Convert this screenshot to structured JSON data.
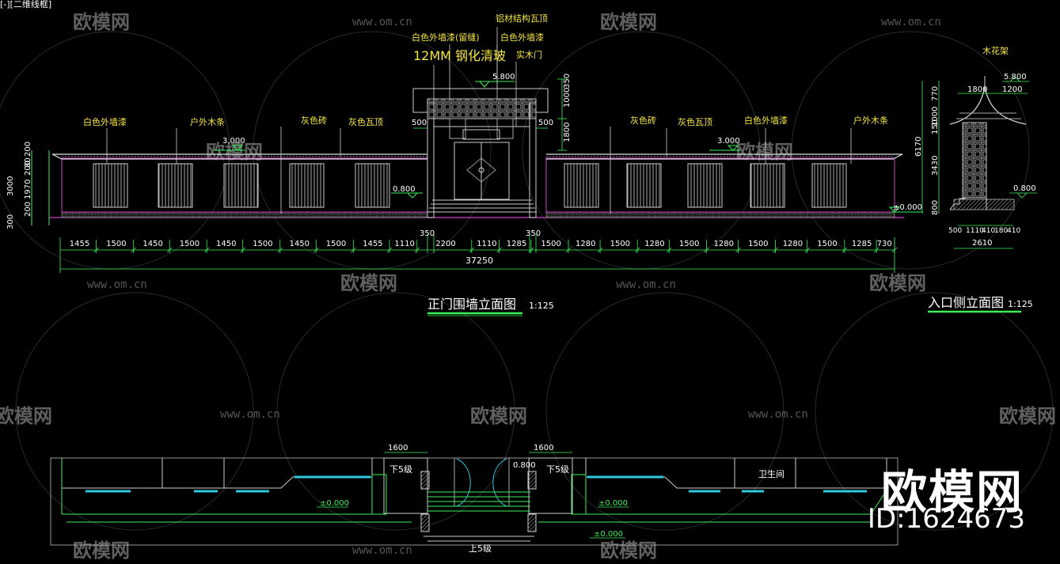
{
  "window": {
    "viewport_label": "[-][二维线框]"
  },
  "watermarks": {
    "site": "www.om.cn",
    "brand": "欧模网",
    "big_brand": "欧模网",
    "id": "ID:1624673"
  },
  "elevation_front": {
    "title": "正门围墙立面图",
    "scale": "1:125",
    "callouts": {
      "glass": "12MM 钢化清玻",
      "white_paint_gap": "白色外墙漆(留缝)",
      "alu_roof": "铝材结构瓦顶",
      "white_paint_top": "白色外墙漆",
      "wood_door": "实木门",
      "white_paint": "白色外墙漆",
      "outdoor_wood": "户外木条",
      "grey_brick": "灰色砖",
      "grey_tile": "灰色瓦顶"
    },
    "levels": {
      "top": "5.800",
      "wall": "3.000",
      "step": "0.800",
      "ground": "±0.000"
    },
    "gate_dims": {
      "left": "500",
      "right": "500",
      "v1800": "1800",
      "v1000": "1000",
      "v350": "350"
    },
    "left_dims": [
      "200",
      "80",
      "200",
      "1970",
      "3000",
      "200",
      "300"
    ],
    "bottom_dims": [
      "1455",
      "1500",
      "1450",
      "1500",
      "1450",
      "1500",
      "1450",
      "1500",
      "1455",
      "1110",
      "2200",
      "1110",
      "1285",
      "1500",
      "1280",
      "1500",
      "1280",
      "1500",
      "1280",
      "1500",
      "1280",
      "1500",
      "1285",
      "730"
    ],
    "dim_350_left": "350",
    "dim_350_right": "350",
    "total": "37250"
  },
  "elevation_side": {
    "title": "入口侧立面图",
    "scale": "1:125",
    "callout": "木花架",
    "levels": {
      "top": "5.800",
      "step": "0.800",
      "ground": "±0.000"
    },
    "top_dims": [
      "1800",
      "1200"
    ],
    "left_dims": [
      "770",
      "1000",
      "150",
      "3430",
      "800"
    ],
    "total_height": "6170",
    "bottom_dims": [
      "500",
      "1110",
      "410",
      "180",
      "410"
    ],
    "total_width": "2610"
  },
  "plan": {
    "dims": [
      "1600",
      "1600"
    ],
    "stairs_down_left": "下5级",
    "stairs_down_right": "下5级",
    "stairs_up": "上5级",
    "level_door": "0.800",
    "levels": [
      "±0.000",
      "±0.000",
      "±0.000"
    ],
    "room": "卫生间"
  }
}
